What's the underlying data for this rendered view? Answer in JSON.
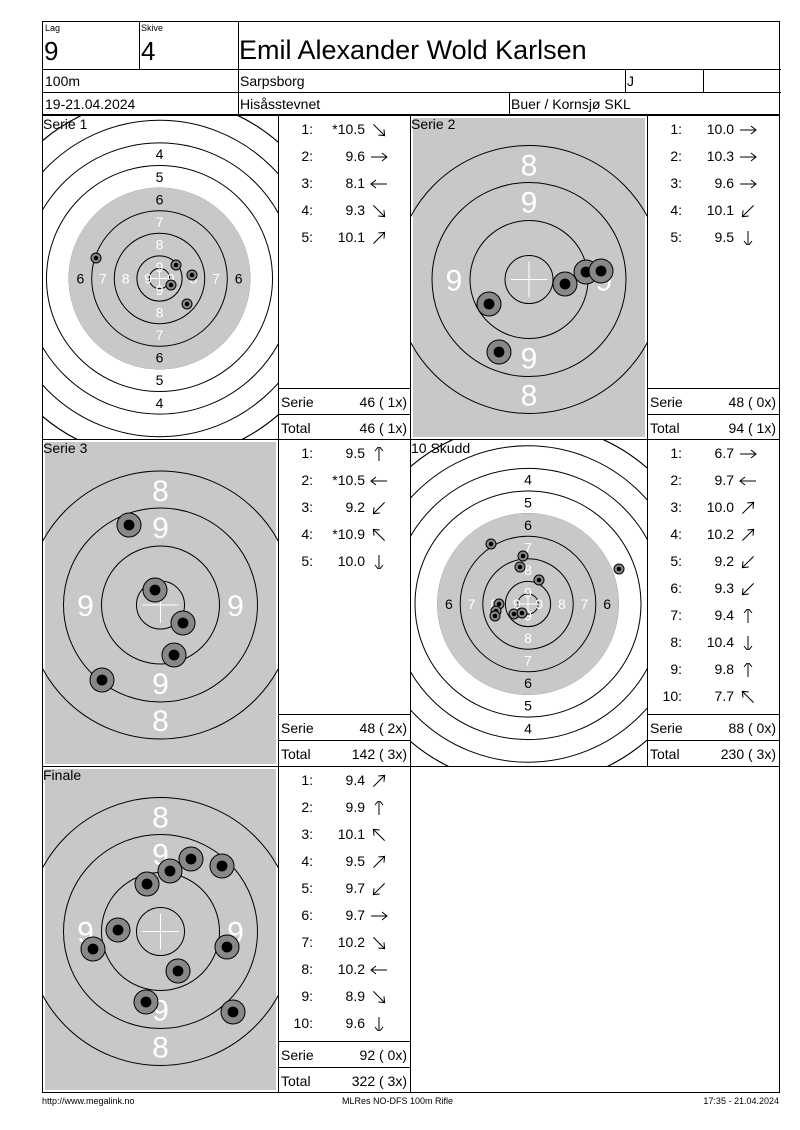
{
  "header": {
    "lag_label": "Lag",
    "lag": "9",
    "skive_label": "Skive",
    "skive": "4",
    "name": "Emil Alexander Wold Karlsen",
    "distance": "100m",
    "club": "Sarpsborg",
    "class": "J",
    "date": "19-21.04.2024",
    "event": "Hisåsstevnet",
    "organizer": "Buer / Kornsjø SKL"
  },
  "panels": [
    {
      "title": "Serie 1",
      "target": "full",
      "shots": [
        {
          "n": "1:",
          "v": "*10.5",
          "dir": "se"
        },
        {
          "n": "2:",
          "v": "9.6",
          "dir": "e"
        },
        {
          "n": "3:",
          "v": "8.1",
          "dir": "w"
        },
        {
          "n": "4:",
          "v": "9.3",
          "dir": "se"
        },
        {
          "n": "5:",
          "v": "10.1",
          "dir": "ne"
        }
      ],
      "serie_label": "Serie",
      "serie": "46 ( 1x)",
      "total_label": "Total",
      "total": "46 ( 1x)"
    },
    {
      "title": "Serie 2",
      "target": "zoom",
      "shots": [
        {
          "n": "1:",
          "v": "10.0",
          "dir": "e"
        },
        {
          "n": "2:",
          "v": "10.3",
          "dir": "e"
        },
        {
          "n": "3:",
          "v": "9.6",
          "dir": "e"
        },
        {
          "n": "4:",
          "v": "10.1",
          "dir": "sw"
        },
        {
          "n": "5:",
          "v": "9.5",
          "dir": "s"
        }
      ],
      "serie_label": "Serie",
      "serie": "48 ( 0x)",
      "total_label": "Total",
      "total": "94 ( 1x)"
    },
    {
      "title": "Serie 3",
      "target": "zoom",
      "shots": [
        {
          "n": "1:",
          "v": "9.5",
          "dir": "n"
        },
        {
          "n": "2:",
          "v": "*10.5",
          "dir": "w"
        },
        {
          "n": "3:",
          "v": "9.2",
          "dir": "sw"
        },
        {
          "n": "4:",
          "v": "*10.9",
          "dir": "nw"
        },
        {
          "n": "5:",
          "v": "10.0",
          "dir": "s"
        }
      ],
      "serie_label": "Serie",
      "serie": "48 ( 2x)",
      "total_label": "Total",
      "total": "142 ( 3x)"
    },
    {
      "title": "10 Skudd",
      "target": "full",
      "shots": [
        {
          "n": "1:",
          "v": "6.7",
          "dir": "e"
        },
        {
          "n": "2:",
          "v": "9.7",
          "dir": "w"
        },
        {
          "n": "3:",
          "v": "10.0",
          "dir": "ne"
        },
        {
          "n": "4:",
          "v": "10.2",
          "dir": "ne"
        },
        {
          "n": "5:",
          "v": "9.2",
          "dir": "sw"
        },
        {
          "n": "6:",
          "v": "9.3",
          "dir": "sw"
        },
        {
          "n": "7:",
          "v": "9.4",
          "dir": "n"
        },
        {
          "n": "8:",
          "v": "10.4",
          "dir": "s"
        },
        {
          "n": "9:",
          "v": "9.8",
          "dir": "n"
        },
        {
          "n": "10:",
          "v": "7.7",
          "dir": "nw"
        }
      ],
      "serie_label": "Serie",
      "serie": "88 ( 0x)",
      "total_label": "Total",
      "total": "230 ( 3x)"
    },
    {
      "title": "Finale",
      "target": "zoom",
      "shots": [
        {
          "n": "1:",
          "v": "9.4",
          "dir": "ne"
        },
        {
          "n": "2:",
          "v": "9.9",
          "dir": "n"
        },
        {
          "n": "3:",
          "v": "10.1",
          "dir": "nw"
        },
        {
          "n": "4:",
          "v": "9.5",
          "dir": "ne"
        },
        {
          "n": "5:",
          "v": "9.7",
          "dir": "sw"
        },
        {
          "n": "6:",
          "v": "9.7",
          "dir": "e"
        },
        {
          "n": "7:",
          "v": "10.2",
          "dir": "se"
        },
        {
          "n": "8:",
          "v": "10.2",
          "dir": "w"
        },
        {
          "n": "9:",
          "v": "8.9",
          "dir": "se"
        },
        {
          "n": "10:",
          "v": "9.6",
          "dir": "s"
        }
      ],
      "serie_label": "Serie",
      "serie": "92 ( 0x)",
      "total_label": "Total",
      "total": "322 ( 3x)"
    }
  ],
  "ring_labels_full": {
    "v": [
      "4",
      "5",
      "6",
      "7",
      "8",
      "9",
      "9",
      "8",
      "7",
      "6",
      "5",
      "4"
    ],
    "h": [
      "6",
      "7",
      "8",
      "9",
      "9",
      "8",
      "7",
      "6"
    ]
  },
  "ring_labels_zoom": {
    "top": "8",
    "upper": "9",
    "left": "9",
    "right": "9",
    "lower": "9",
    "bottom": "8"
  },
  "footer": {
    "left": "http://www.megalink.no",
    "center": "MLRes NO-DFS 100m Rifle",
    "right": "17:35 - 21.04.2024"
  }
}
